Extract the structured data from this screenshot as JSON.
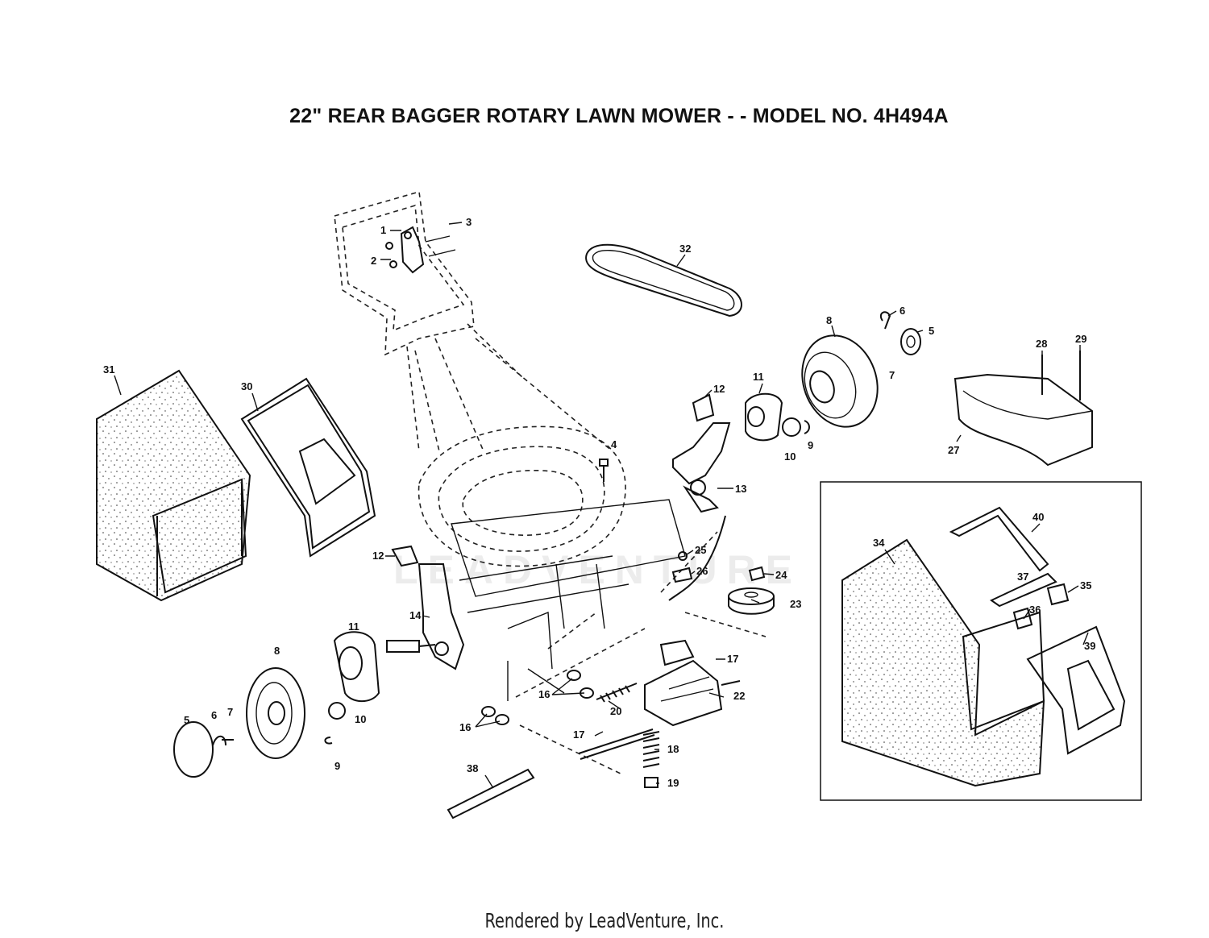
{
  "diagram": {
    "title": "22\" REAR BAGGER ROTARY LAWN MOWER - - MODEL NO. 4H494A",
    "footer": "Rendered by LeadVenture, Inc.",
    "watermark": "LEADVENTURE"
  },
  "callouts": {
    "c1": "1",
    "c2": "2",
    "c3": "3",
    "c4": "4",
    "c5a": "5",
    "c5b": "5",
    "c6a": "6",
    "c6b": "6",
    "c7a": "7",
    "c7b": "7",
    "c8a": "8",
    "c8b": "8",
    "c9a": "9",
    "c9b": "9",
    "c10a": "10",
    "c10b": "10",
    "c11a": "11",
    "c11b": "11",
    "c12a": "12",
    "c12b": "12",
    "c13": "13",
    "c14": "14",
    "c16a": "16",
    "c16b": "16",
    "c17a": "17",
    "c17b": "17",
    "c18": "18",
    "c19": "19",
    "c20": "20",
    "c22": "22",
    "c23": "23",
    "c24": "24",
    "c25": "25",
    "c26": "26",
    "c27": "27",
    "c28": "28",
    "c29": "29",
    "c30": "30",
    "c31": "31",
    "c32": "32",
    "c34": "34",
    "c35": "35",
    "c36": "36",
    "c37": "37",
    "c38": "38",
    "c39": "39",
    "c40": "40"
  }
}
